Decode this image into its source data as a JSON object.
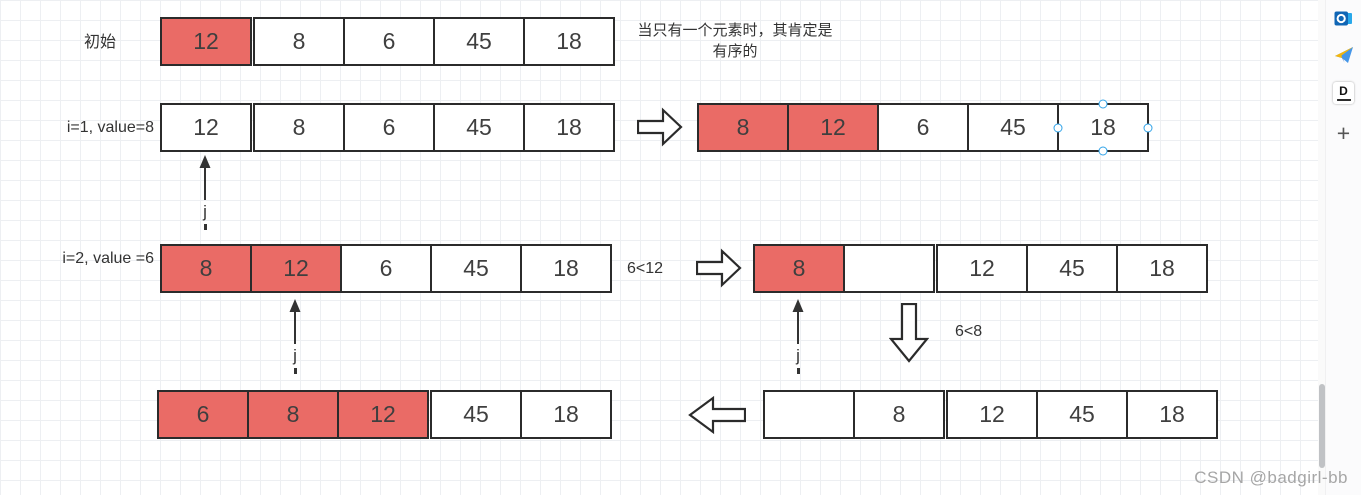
{
  "colors": {
    "highlight_fill": "#EA6B66",
    "shape_stroke": "#2b2b2b",
    "handle_blue": "#30a3e8",
    "grid_line": "#edeff2"
  },
  "labels": {
    "row1": "初始",
    "row2": "i=1, value=8",
    "row3": "i=2, value =6"
  },
  "note": {
    "line1": "当只有一个元素时，其肯定是",
    "line2": "有序的"
  },
  "annotations": {
    "j": "j",
    "cmp1": "6<12",
    "cmp2": "6<8"
  },
  "arrays": {
    "a1": {
      "desc": "initial array",
      "gaps": [
        1
      ],
      "cells": [
        {
          "v": "12",
          "hl": true
        },
        {
          "v": "8"
        },
        {
          "v": "6"
        },
        {
          "v": "45"
        },
        {
          "v": "18"
        }
      ]
    },
    "a2": {
      "desc": "step1 left array",
      "gaps": [
        1
      ],
      "cells": [
        {
          "v": "12"
        },
        {
          "v": "8"
        },
        {
          "v": "6"
        },
        {
          "v": "45"
        },
        {
          "v": "18"
        }
      ]
    },
    "a3": {
      "desc": "step1 result array",
      "handles_on": 4,
      "cells": [
        {
          "v": "8",
          "hl": true
        },
        {
          "v": "12",
          "hl": true
        },
        {
          "v": "6"
        },
        {
          "v": "45"
        },
        {
          "v": "18"
        }
      ]
    },
    "a4": {
      "desc": "step2 left array",
      "cells": [
        {
          "v": "8",
          "hl": true
        },
        {
          "v": "12",
          "hl": true
        },
        {
          "v": "6"
        },
        {
          "v": "45"
        },
        {
          "v": "18"
        }
      ]
    },
    "a5": {
      "desc": "step2 shifted array",
      "gaps": [
        2
      ],
      "cells": [
        {
          "v": "8",
          "hl": true
        },
        {
          "v": ""
        },
        {
          "v": "12"
        },
        {
          "v": "45"
        },
        {
          "v": "18"
        }
      ]
    },
    "a6": {
      "desc": "final sorted-prefix array",
      "gaps": [
        3
      ],
      "cells": [
        {
          "v": "6",
          "hl": true
        },
        {
          "v": "8",
          "hl": true
        },
        {
          "v": "12",
          "hl": true
        },
        {
          "v": "45"
        },
        {
          "v": "18"
        }
      ]
    },
    "a7": {
      "desc": "gap array bottom right",
      "gaps": [
        2
      ],
      "cells": [
        {
          "v": ""
        },
        {
          "v": "8"
        },
        {
          "v": "12"
        },
        {
          "v": "45"
        },
        {
          "v": "18"
        }
      ]
    }
  },
  "sidebar": {
    "icons": [
      {
        "name": "outlook"
      },
      {
        "name": "telegram"
      },
      {
        "name": "d-app",
        "label": "D"
      },
      {
        "name": "add",
        "glyph": "+"
      }
    ]
  },
  "watermark": "CSDN @badgirl-bb"
}
